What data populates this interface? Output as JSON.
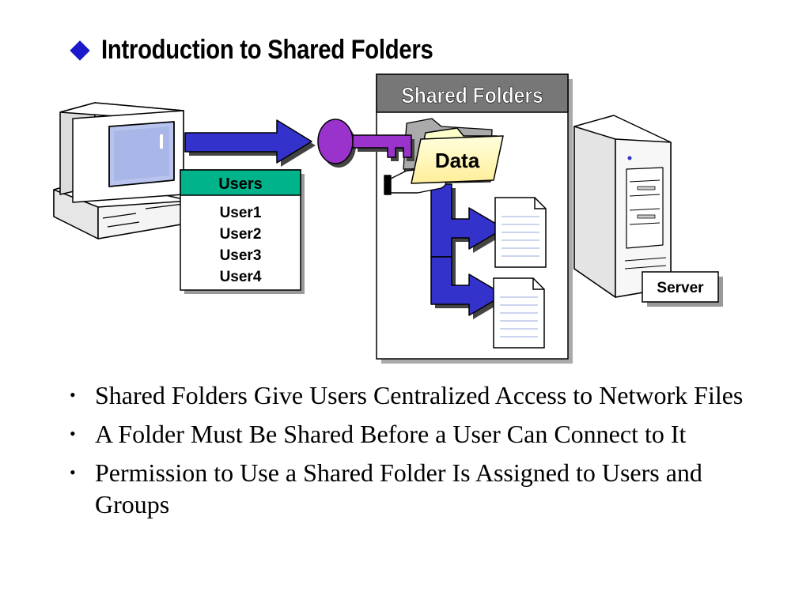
{
  "slide": {
    "title": "Introduction to Shared Folders"
  },
  "diagram": {
    "users_box": {
      "header": "Users",
      "items": [
        "User1",
        "User2",
        "User3",
        "User4"
      ]
    },
    "shared_folders_label": "Shared Folders",
    "folder_label": "Data",
    "server_label": "Server",
    "colors": {
      "title_bullet": "#1a1acc",
      "arrow": "#3333cc",
      "key": "#9933cc",
      "users_header": "#00b38a",
      "folder": "#ffffcc",
      "panel_header": "#777777"
    }
  },
  "bullets": [
    "Shared Folders Give Users Centralized Access to Network Files",
    "A Folder Must Be Shared Before a User Can Connect to It",
    "Permission to Use a Shared Folder Is Assigned to Users and Groups"
  ]
}
